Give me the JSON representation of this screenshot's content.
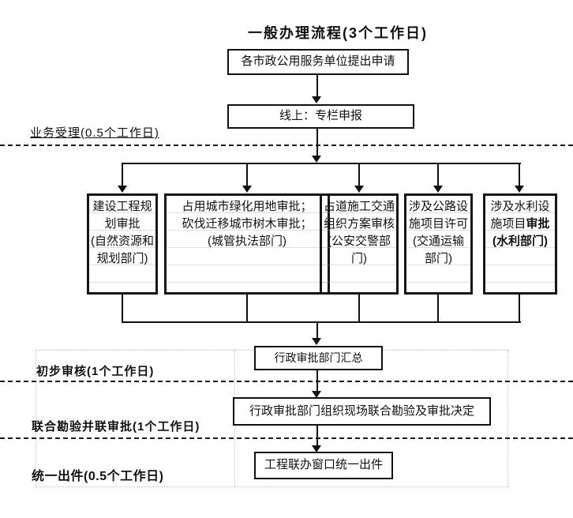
{
  "title": "一般办理流程(3个工作日)",
  "colors": {
    "ink": "#111111",
    "faint_grid": "#c4c4c4",
    "background": "#ffffff"
  },
  "flow": {
    "apply_box": "各市政公用服务单位提出申请",
    "online_box": "线上：专栏申报",
    "parallel_boxes": [
      {
        "segments": [
          "建设工程规划审批",
          "(自然资源和规划部门)"
        ]
      },
      {
        "segments": [
          "占用城市绿化用地审批；",
          "砍伐迁移城市树木审批；",
          "(城管执法部门)"
        ]
      },
      {
        "segments": [
          "占道施工交通组织方案审核",
          "(公安交警部门)"
        ]
      },
      {
        "segments": [
          "涉及公路设施项目许可(交通运输部门)"
        ]
      },
      {
        "normal": "涉及水利设施项目",
        "bold": "审批(水利部门)"
      }
    ],
    "summary_box": "行政审批部门汇总",
    "joint_box": "行政审批部门组织现场联合勘验及审批决定",
    "output_box": "工程联办窗口统一出件"
  },
  "lanes": [
    {
      "label": "业务受理(0.5个工作日)"
    },
    {
      "label": "初步审核(1个工作日)"
    },
    {
      "label": "联合勘验并联审批(1个工作日)"
    },
    {
      "label": "统一出件(0.5个工作日)"
    }
  ]
}
